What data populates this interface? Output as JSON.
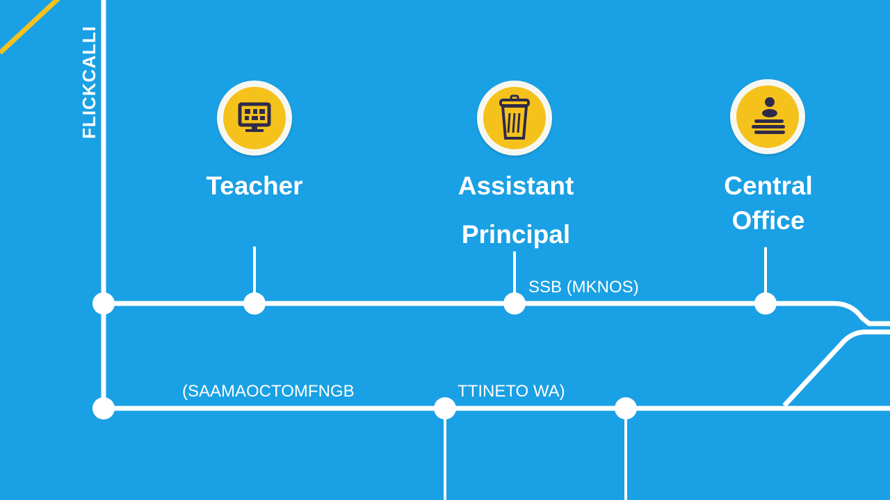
{
  "side_label": "FLICKCALLI",
  "roles": [
    {
      "label_lines": [
        "Teacher"
      ],
      "icon": "monitor-icon"
    },
    {
      "label_lines": [
        "Assistant",
        "Principal"
      ],
      "icon": "trash-bin-icon"
    },
    {
      "label_lines": [
        "Central",
        "Office"
      ],
      "icon": "person-stack-icon"
    }
  ],
  "line_labels": {
    "upper": "SSB (MKNOS)",
    "lower_left": "(SAAMAOCTOMFNGB",
    "lower_right": "TTINETO WA)"
  },
  "colors": {
    "background": "#1aa0e4",
    "line": "#ffffff",
    "badge_fill": "#f5c21c",
    "icon_stroke": "#2f2a4a",
    "corner_stripe": "#f5c21c"
  }
}
